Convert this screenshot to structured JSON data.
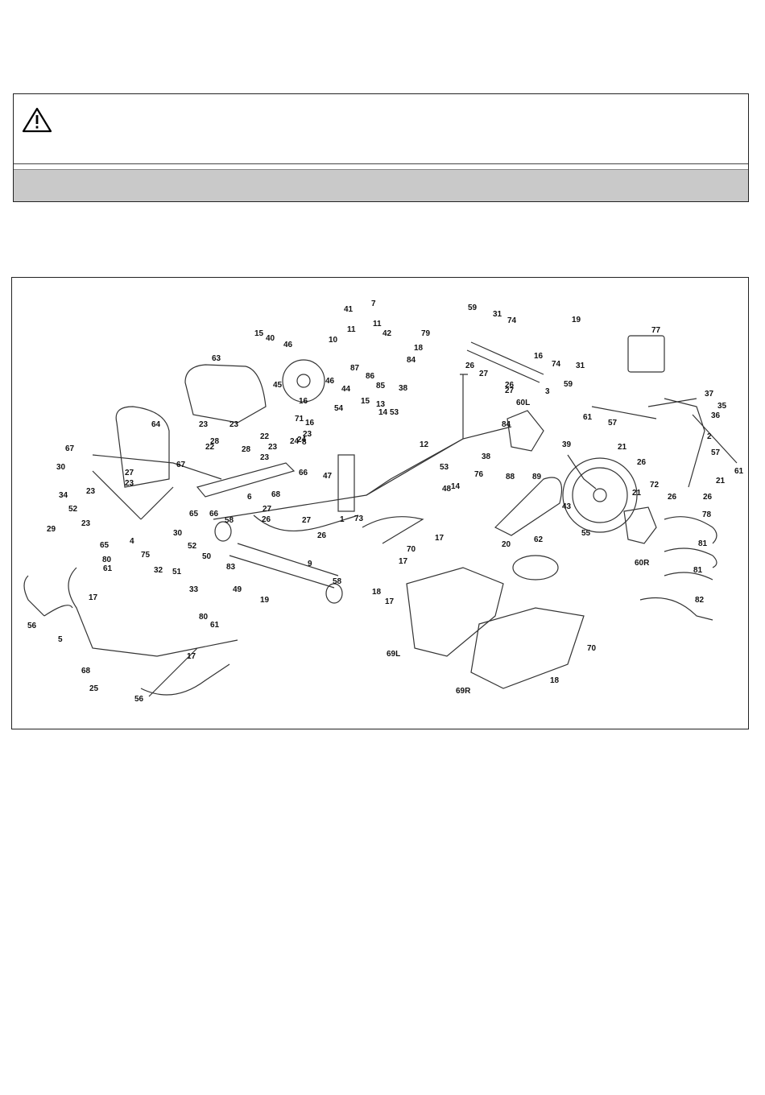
{
  "warning": {
    "icon": "warning-triangle-icon"
  },
  "diagram": {
    "part_labels": [
      "7",
      "41",
      "11",
      "11",
      "42",
      "10",
      "15",
      "40",
      "46",
      "45",
      "87",
      "86",
      "38",
      "85",
      "84",
      "79",
      "18",
      "59",
      "31",
      "74",
      "16",
      "19",
      "74",
      "31",
      "77",
      "26",
      "27",
      "26",
      "27",
      "3",
      "59",
      "37",
      "35",
      "36",
      "61",
      "57",
      "2",
      "63",
      "23",
      "28",
      "23",
      "22",
      "28",
      "24",
      "23",
      "46",
      "44",
      "16",
      "71",
      "54",
      "15",
      "13",
      "14",
      "53",
      "16",
      "23",
      "8",
      "22",
      "24",
      "23",
      "66",
      "12",
      "60L",
      "84",
      "38",
      "88",
      "89",
      "39",
      "21",
      "26",
      "72",
      "57",
      "21",
      "26",
      "26",
      "21",
      "61",
      "64",
      "67",
      "30",
      "27",
      "23",
      "34",
      "23",
      "52",
      "67",
      "29",
      "65",
      "23",
      "66",
      "6",
      "68",
      "47",
      "1",
      "53",
      "48",
      "14",
      "76",
      "58",
      "27",
      "26",
      "27",
      "26",
      "65",
      "75",
      "30",
      "4",
      "52",
      "50",
      "32",
      "51",
      "83",
      "33",
      "49",
      "9",
      "19",
      "58",
      "73",
      "17",
      "70",
      "17",
      "18",
      "17",
      "69L",
      "20",
      "62",
      "55",
      "43",
      "60R",
      "78",
      "81",
      "81",
      "82",
      "56",
      "80",
      "61",
      "17",
      "5",
      "80",
      "61",
      "17",
      "68",
      "25",
      "56",
      "70",
      "69R",
      "18"
    ]
  }
}
